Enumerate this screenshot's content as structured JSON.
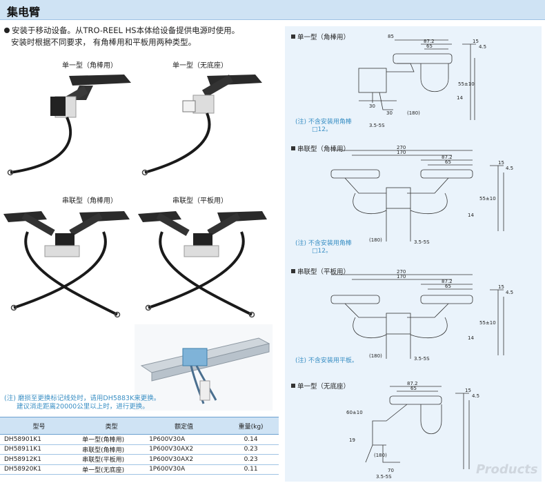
{
  "header": {
    "title": "集电臂"
  },
  "intro": {
    "line1": "安装于移动设备。从TRO-REEL HS本体给设备提供电源时使用。",
    "line2": "安装时根据不同要求， 有角棒用和平板用两种类型。"
  },
  "photos": {
    "p1": "单一型（角棒用）",
    "p2": "单一型（无底座）",
    "p3": "串联型（角棒用）",
    "p4": "串联型（平板用）"
  },
  "left_note": {
    "line1": "(注) 磨损至更换标记线处时，请用DH5883K来更换。",
    "line2": "建议消走距离20000公里以上时，进行更换。"
  },
  "table": {
    "headers": [
      "型号",
      "类型",
      "额定值",
      "重量(kg)"
    ],
    "rows": [
      [
        "DH58901K1",
        "单一型(角棒用)",
        "1P600V30A",
        "0.14"
      ],
      [
        "DH58911K1",
        "串联型(角棒用)",
        "1P600V30AX2",
        "0.23"
      ],
      [
        "DH58912K1",
        "串联型(平板用)",
        "1P600V30AX2",
        "0.23"
      ],
      [
        "DH58920K1",
        "单一型(无底座)",
        "1P600V30A",
        "0.11"
      ]
    ]
  },
  "drawings": {
    "d1": {
      "title": "单一型（角棒用）",
      "note1": "(注) 不含安装用角棒",
      "note2": "□12。",
      "dims": [
        "85",
        "87.2",
        "65",
        "15",
        "4.5",
        "30",
        "30",
        "(180)",
        "3.5-5S",
        "14",
        "55±10"
      ]
    },
    "d2": {
      "title": "串联型（角棒用）",
      "note1": "(注) 不含安装用角棒",
      "note2": "□12。",
      "dims": [
        "270",
        "170",
        "87.2",
        "65",
        "15",
        "4.5",
        "(180)",
        "3.5-5S",
        "14",
        "55±10"
      ]
    },
    "d3": {
      "title": "串联型（平板用）",
      "note1": "(注) 不含安装用平板。",
      "dims": [
        "270",
        "170",
        "87.2",
        "65",
        "15",
        "4.5",
        "(180)",
        "3.5-5S",
        "14",
        "55±10"
      ]
    },
    "d4": {
      "title": "单一型（无底座）",
      "dims": [
        "87.2",
        "65",
        "15",
        "4.5",
        "60±10",
        "(180)",
        "70",
        "3.5-5S",
        "19"
      ]
    }
  },
  "watermark": "Products",
  "colors": {
    "header_bg": "#cfe3f4",
    "panel_bg": "#eaf3fb",
    "note_blue": "#3a8fc4"
  }
}
